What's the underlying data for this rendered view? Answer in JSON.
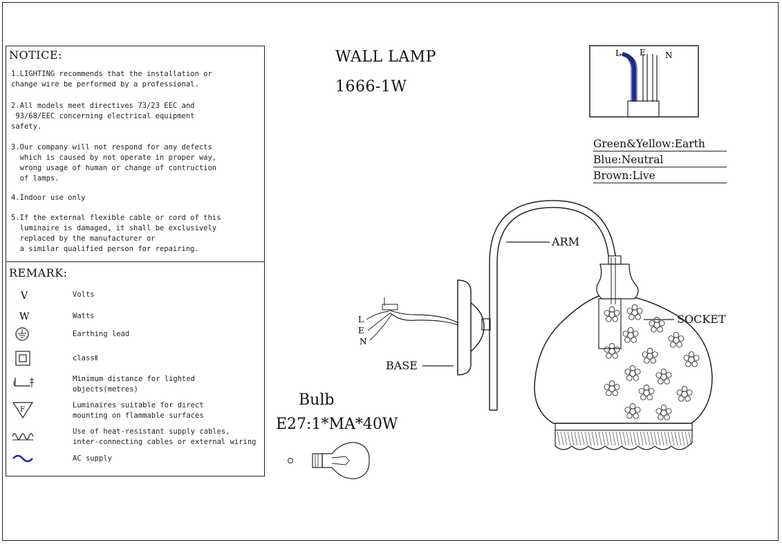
{
  "product": {
    "type_title": "WALL LAMP",
    "model": "1666-1W"
  },
  "notice": {
    "heading": "NOTICE:",
    "items": [
      "1.LIGHTING recommends that the installation or\nchange wire be performed by a professional.",
      "2.All models meet directives 73/23 EEC and\n 93/68/EEC concerning electrical equipment\nsafety.",
      "3.Our company will not respond for any defects\n  which is caused by not operate in proper way,\n  wrong usage of human or change of contruction\n  of lamps.",
      "4.Indoor use only",
      "5.If the external flexible cable or cord of this\n  luminaire is damaged, it shall be exclusively\n  replaced by the manufacturer or\n  a similar qualified person for repairing."
    ]
  },
  "remark": {
    "heading": "REMARK:",
    "items": [
      {
        "icon": "volts-icon",
        "symbol": "V",
        "label": "Volts"
      },
      {
        "icon": "watts-icon",
        "symbol": "W",
        "label": "Watts"
      },
      {
        "icon": "earth-icon",
        "symbol": "",
        "label": "Earthing lead"
      },
      {
        "icon": "class-ii-icon",
        "symbol": "",
        "label": "classⅡ"
      },
      {
        "icon": "min-distance-icon",
        "symbol": "",
        "label": "Minimum distance for lighted\nobjects(metres)"
      },
      {
        "icon": "flammable-surface-icon",
        "symbol": "F",
        "label": "Luminaires suitable for direct\nmounting on flammable surfaces"
      },
      {
        "icon": "heat-resistant-cable-icon",
        "symbol": "",
        "label": "Use of heat-resistant supply cables,\ninter-connecting cables or external wiring"
      },
      {
        "icon": "ac-supply-icon",
        "symbol": "",
        "label": "AC supply"
      }
    ]
  },
  "wiring": {
    "terminal_labels": [
      "L",
      "E",
      "N"
    ],
    "legend": [
      "Green&Yellow:Earth",
      "Blue:Neutral",
      "Brown:Live"
    ],
    "colors": {
      "blue": "#1a2aa8",
      "line": "#222222"
    }
  },
  "callouts": {
    "arm": "ARM",
    "socket": "SOCKET",
    "base": "BASE",
    "wire_labels": [
      "L",
      "E",
      "N"
    ]
  },
  "bulb": {
    "label": "Bulb",
    "spec": "E27:1*MA*40W"
  }
}
